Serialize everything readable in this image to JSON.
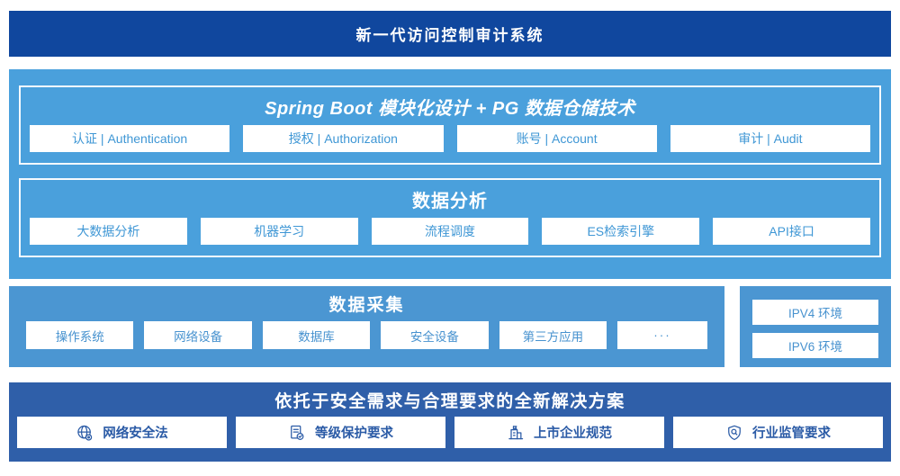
{
  "banner": {
    "title": "新一代访问控制审计系统"
  },
  "platform": {
    "modules_title": "Spring Boot 模块化设计 + PG 数据仓储技术",
    "modules": [
      "认证 | Authentication",
      "授权 | Authorization",
      "账号 | Account",
      "审计 | Audit"
    ],
    "analysis_title": "数据分析",
    "analysis_items": [
      "大数据分析",
      "机器学习",
      "流程调度",
      "ES检索引擎",
      "API接口"
    ]
  },
  "collection": {
    "title": "数据采集",
    "items": [
      "操作系统",
      "网络设备",
      "数据库",
      "安全设备",
      "第三方应用"
    ],
    "ellipsis": "···",
    "environments": [
      "IPV4 环境",
      "IPV6 环境"
    ]
  },
  "solution": {
    "title": "依托于安全需求与合理要求的全新解决方案",
    "items": [
      {
        "icon": "globe-icon",
        "label": "网络安全法"
      },
      {
        "icon": "document-check-icon",
        "label": "等级保护要求"
      },
      {
        "icon": "building-icon",
        "label": "上市企业规范"
      },
      {
        "icon": "shield-search-icon",
        "label": "行业监管要求"
      }
    ]
  },
  "colors": {
    "banner_bg": "#10479e",
    "platform_bg": "#4aa0dc",
    "collection_bg": "#4b96d2",
    "solution_bg": "#2f5fa9",
    "box_text_sky": "#3f97d5",
    "box_text_navy": "#2b5ba6",
    "white": "#ffffff"
  }
}
